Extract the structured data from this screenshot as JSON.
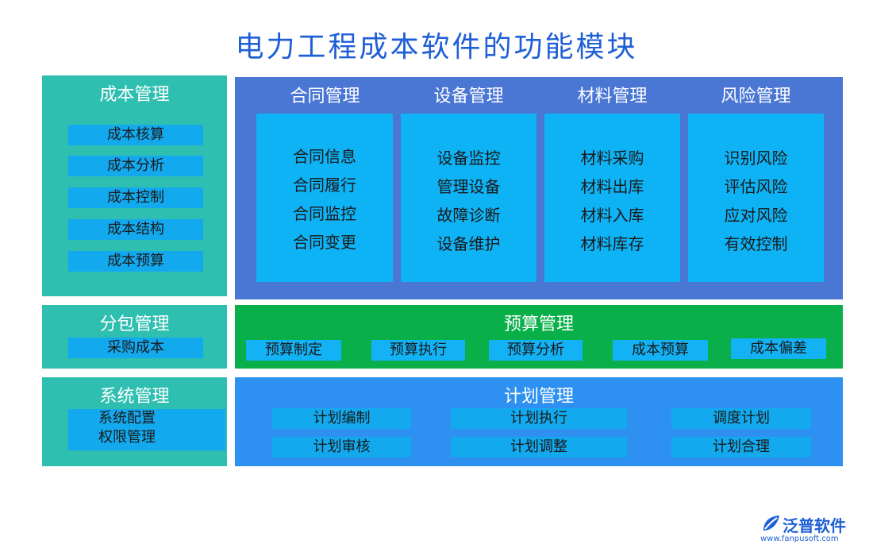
{
  "title": "电力工程成本软件的功能模块",
  "cost_mgmt": {
    "title": "成本管理",
    "items": [
      "成本核算",
      "成本分析",
      "成本控制",
      "成本结构",
      "成本预算"
    ]
  },
  "top_modules": [
    {
      "title": "合同管理",
      "items": [
        "合同信息",
        "合同履行",
        "合同监控",
        "合同变更"
      ]
    },
    {
      "title": "设备管理",
      "items": [
        "设备监控",
        "管理设备",
        "故障诊断",
        "设备维护"
      ]
    },
    {
      "title": "材料管理",
      "items": [
        "材料采购",
        "材料出库",
        "材料入库",
        "材料库存"
      ]
    },
    {
      "title": "风险管理",
      "items": [
        "识别风险",
        "评估风险",
        "应对风险",
        "有效控制"
      ]
    }
  ],
  "subcontract": {
    "title": "分包管理",
    "items": [
      "采购成本"
    ]
  },
  "budget": {
    "title": "预算管理",
    "items": [
      "预算制定",
      "预算执行",
      "预算分析",
      "成本预算",
      "成本偏差"
    ]
  },
  "system": {
    "title": "系统管理",
    "items": [
      "系统配置",
      "权限管理"
    ]
  },
  "plan": {
    "title": "计划管理",
    "items": [
      "计划编制",
      "计划执行",
      "调度计划",
      "计划审核",
      "计划调整",
      "计划合理"
    ]
  },
  "logo": {
    "name": "泛普软件",
    "url": "www.fanpusoft.com"
  },
  "colors": {
    "teal": "#2ebfb0",
    "blue": "#4a76d4",
    "green": "#09b04a",
    "sky": "#2e91f2",
    "chip": "#13a9ee",
    "title": "#1f5fd6"
  }
}
